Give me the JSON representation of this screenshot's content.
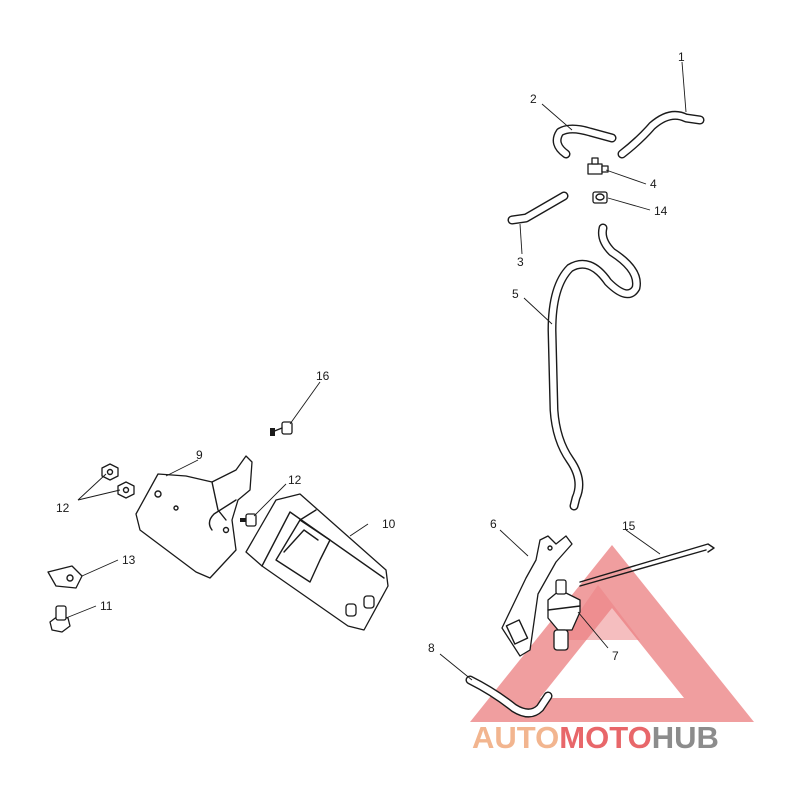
{
  "callouts": [
    "1",
    "2",
    "3",
    "4",
    "5",
    "6",
    "7",
    "8",
    "9",
    "10",
    "11",
    "12",
    "12",
    "13",
    "14",
    "15",
    "16"
  ],
  "watermark": {
    "brand_part1": "AUTO",
    "brand_part2": "MOTO",
    "brand_part3": "HUB",
    "color_primary": "#e8676a",
    "color_secondary": "#f2b58f",
    "color_gray": "#8c8c8c"
  }
}
